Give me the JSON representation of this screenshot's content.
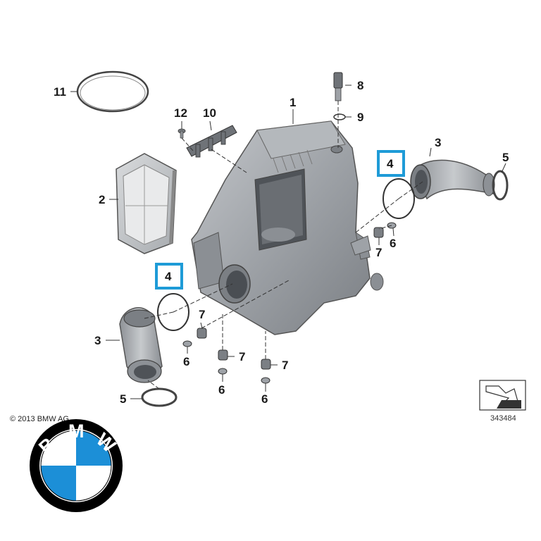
{
  "diagram": {
    "parts": [
      {
        "id": "p1",
        "label": "1"
      },
      {
        "id": "p2",
        "label": "2"
      },
      {
        "id": "p3a",
        "label": "3"
      },
      {
        "id": "p3b",
        "label": "3"
      },
      {
        "id": "p4a",
        "label": "4",
        "highlight": true
      },
      {
        "id": "p4b",
        "label": "4",
        "highlight": true
      },
      {
        "id": "p5a",
        "label": "5"
      },
      {
        "id": "p5b",
        "label": "5"
      },
      {
        "id": "p6a",
        "label": "6"
      },
      {
        "id": "p6b",
        "label": "6"
      },
      {
        "id": "p6c",
        "label": "6"
      },
      {
        "id": "p6d",
        "label": "6"
      },
      {
        "id": "p7a",
        "label": "7"
      },
      {
        "id": "p7b",
        "label": "7"
      },
      {
        "id": "p7c",
        "label": "7"
      },
      {
        "id": "p7d",
        "label": "7"
      },
      {
        "id": "p8",
        "label": "8"
      },
      {
        "id": "p9",
        "label": "9"
      },
      {
        "id": "p10",
        "label": "10"
      },
      {
        "id": "p11",
        "label": "11"
      },
      {
        "id": "p12",
        "label": "12"
      }
    ],
    "copyright": "© 2013 BMW AG",
    "reference_number": "343484"
  },
  "logo": {
    "letters": [
      "B",
      "M",
      "W"
    ],
    "colors": {
      "ring": "#000000",
      "blue": "#1c8fd7",
      "white": "#ffffff"
    }
  },
  "colors": {
    "highlight_border": "#1e9bd7",
    "part_gray": "#9da1a6",
    "part_dark": "#6f7378",
    "line": "#333333"
  }
}
